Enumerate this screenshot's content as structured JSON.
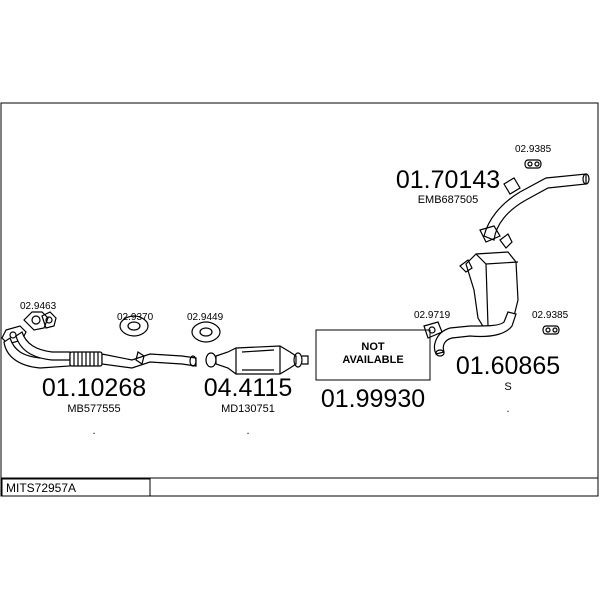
{
  "diagram": {
    "reference": "MITS72957A",
    "not_available": {
      "line1": "NOT",
      "line2": "AVAILABLE",
      "code": "01.99930"
    },
    "parts": [
      {
        "code": "01.10268",
        "sub": "MB577555"
      },
      {
        "code": "04.4115",
        "sub": "MD130751"
      },
      {
        "code": "01.70143",
        "sub": "EMB687505"
      },
      {
        "code": "01.60865",
        "sub": "S"
      }
    ],
    "accessories": [
      "02.9463",
      "02.9370",
      "02.9449",
      "02.9385",
      "02.9719",
      "02.9385"
    ]
  }
}
